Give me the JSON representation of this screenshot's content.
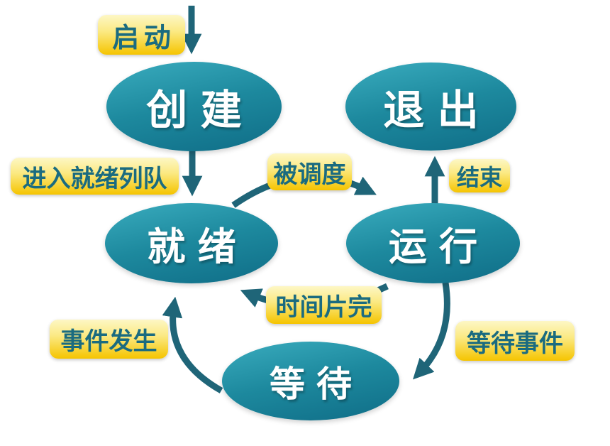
{
  "colors": {
    "ellipse_top": "#3aacbe",
    "ellipse_mid": "#1d899e",
    "ellipse_bottom": "#0f6d87",
    "label_bg_top": "#fdf7c5",
    "label_bg_mid": "#fbe982",
    "label_bg_bottom": "#f5c400",
    "label_text": "#1a6b80",
    "arrow": "#1f6578",
    "state_text": "#ffffff"
  },
  "states": {
    "create": {
      "label": "创建"
    },
    "exit": {
      "label": "退出"
    },
    "ready": {
      "label": "就绪"
    },
    "running": {
      "label": "运行"
    },
    "waiting": {
      "label": "等待"
    }
  },
  "transitions": {
    "start": {
      "label": "启动",
      "from": null,
      "to": "create"
    },
    "enter_ready_queue": {
      "label": "进入就绪列队",
      "from": "create",
      "to": "ready"
    },
    "scheduled": {
      "label": "被调度",
      "from": "ready",
      "to": "running"
    },
    "finish": {
      "label": "结束",
      "from": "running",
      "to": "exit"
    },
    "timeslice_over": {
      "label": "时间片完",
      "from": "running",
      "to": "ready"
    },
    "event_occurs": {
      "label": "事件发生",
      "from": "waiting",
      "to": "ready"
    },
    "wait_for_event": {
      "label": "等待事件",
      "from": "running",
      "to": "waiting"
    }
  }
}
